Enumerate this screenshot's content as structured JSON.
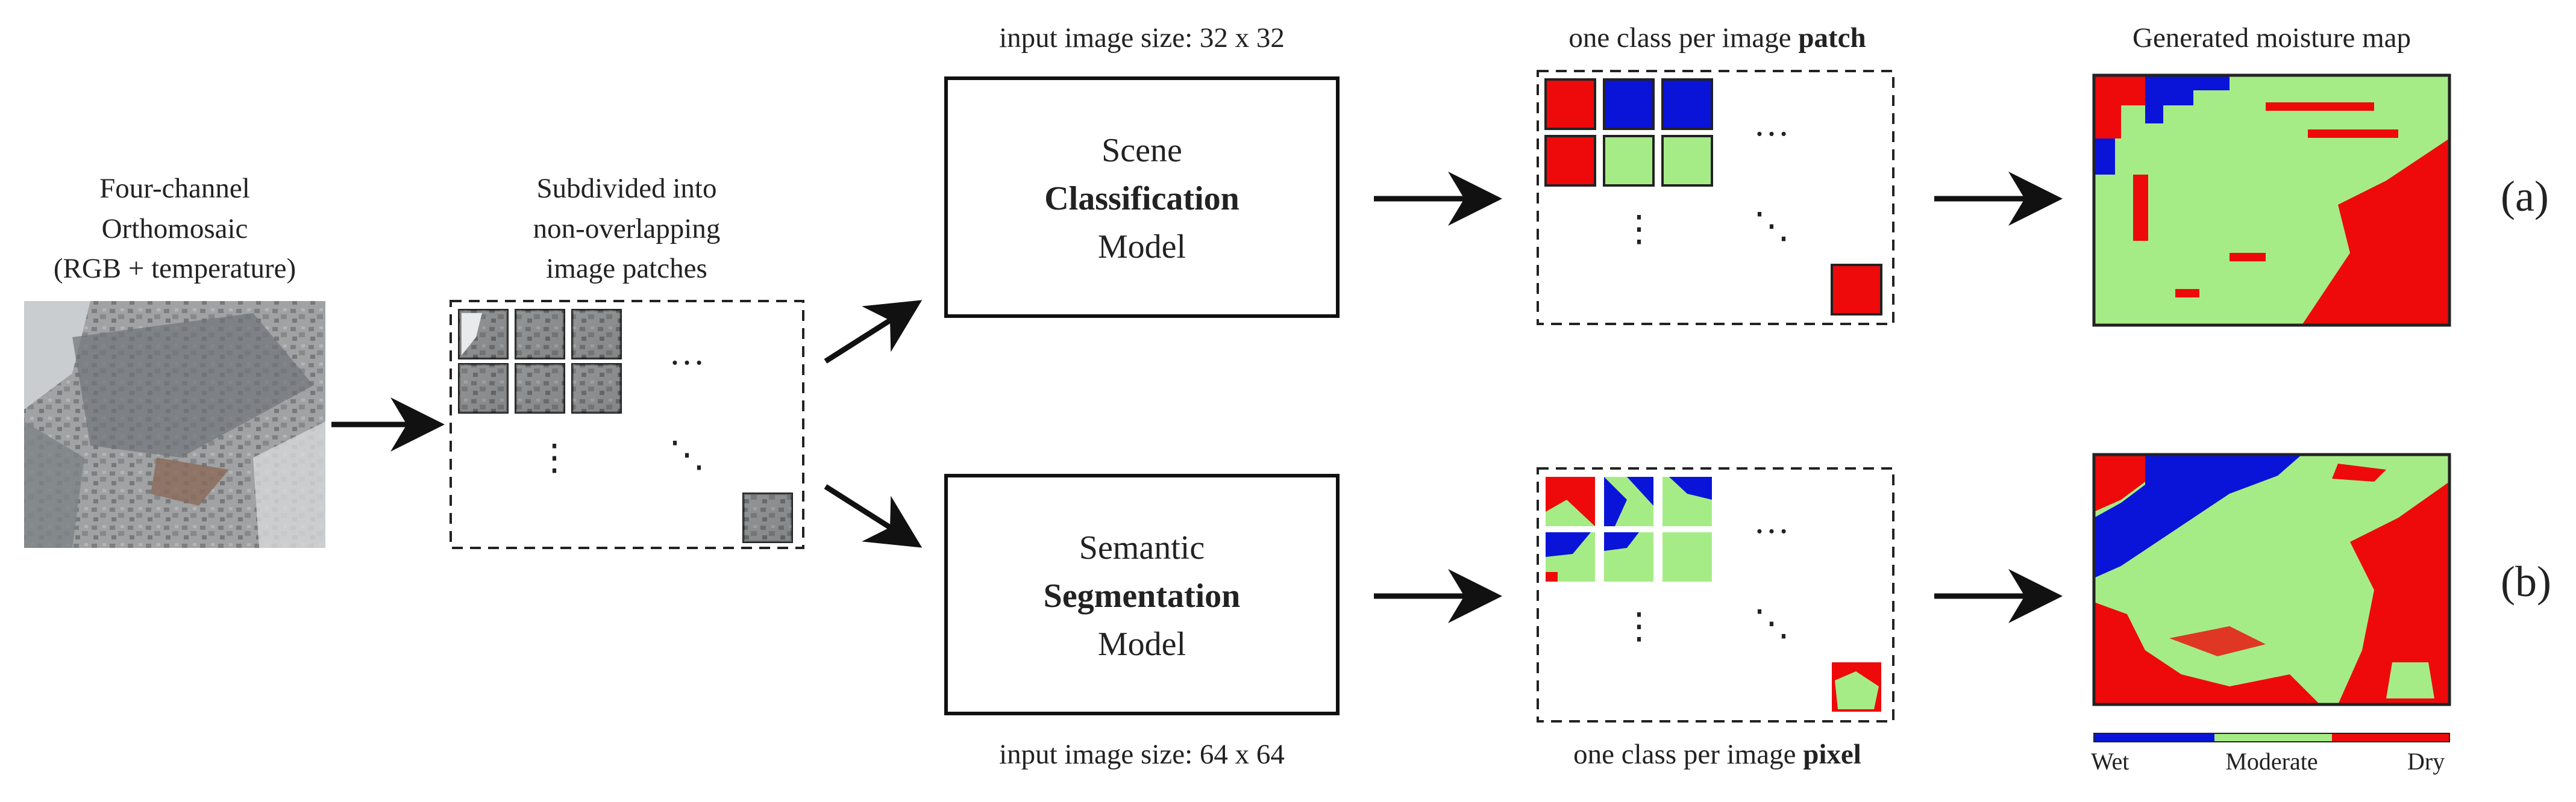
{
  "input": {
    "line1": "Four-channel",
    "line2": "Orthomosaic",
    "line3": "(RGB + temperature)"
  },
  "patches": {
    "line1": "Subdivided into",
    "line2": "non-overlapping",
    "line3": "image patches"
  },
  "classification": {
    "size_label": "input image size: 32 x 32",
    "line1": "Scene",
    "line2": "Classification",
    "line3": "Model",
    "output_label_prefix": "one class per image ",
    "output_label_bold": "patch",
    "row_label": "(a)"
  },
  "segmentation": {
    "size_label": "input image size: 64 x 64",
    "line1": "Semantic",
    "line2": "Segmentation",
    "line3": "Model",
    "output_label_prefix": "one class per image ",
    "output_label_bold": "pixel",
    "row_label": "(b)"
  },
  "map": {
    "title": "Generated moisture map"
  },
  "legend": {
    "wet": "Wet",
    "moderate": "Moderate",
    "dry": "Dry"
  },
  "ellipsis": {
    "horizontal": "…",
    "vertical": "⋮",
    "diagonal": "⋱"
  },
  "colors": {
    "wet": "#0a14d8",
    "moderate": "#a6ec86",
    "dry": "#ee0a0a",
    "ink": "#222222"
  }
}
